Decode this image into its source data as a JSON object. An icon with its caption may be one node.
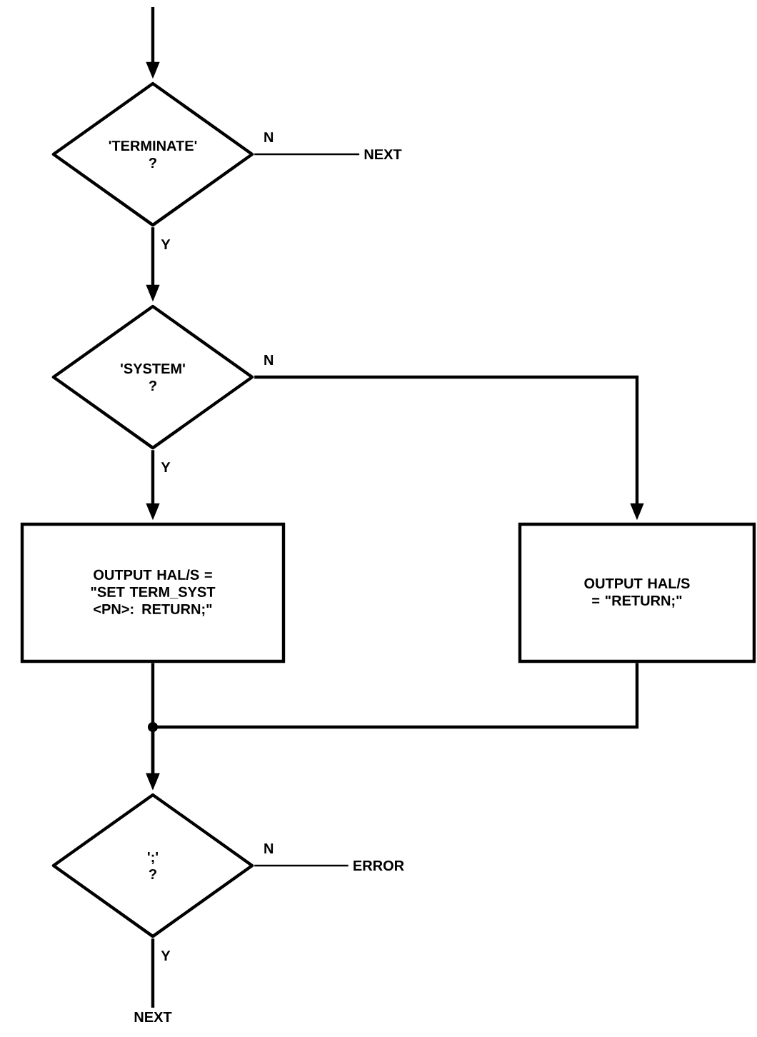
{
  "diagram": {
    "nodes": [
      {
        "text": [
          "'TERMINATE' ?"
        ]
      },
      {
        "text": [
          "NEXT"
        ]
      },
      {
        "text": [
          "'SYSTEM' ?"
        ]
      },
      {
        "text": [
          "OUTPUT HAL/S = \"SET TERM_SYST <PN>: RETURN;\""
        ]
      },
      {
        "text": [
          "OUTPUT HAL/S = \"RETURN;\""
        ]
      },
      {
        "text": [
          "';' ?"
        ]
      },
      {
        "text": [
          "ERROR"
        ]
      },
      {
        "text": [
          "NEXT"
        ]
      }
    ],
    "edges": [
      {
        "from": null,
        "to": 0,
        "arrow": "to"
      },
      {
        "from": 0,
        "to": 1,
        "arrow": "none",
        "label": "N"
      },
      {
        "from": 0,
        "to": 2,
        "arrow": "to",
        "label": "Y"
      },
      {
        "from": 2,
        "to": 3,
        "arrow": "to",
        "label": "Y"
      },
      {
        "from": 2,
        "to": 4,
        "arrow": "to",
        "label": "N"
      },
      {
        "from": 3,
        "to": 5,
        "arrow": "to"
      },
      {
        "from": 4,
        "to": 5,
        "arrow": "to"
      },
      {
        "from": 5,
        "to": 6,
        "arrow": "none",
        "label": "N"
      },
      {
        "from": 5,
        "to": 7,
        "arrow": "none",
        "label": "Y"
      }
    ]
  }
}
